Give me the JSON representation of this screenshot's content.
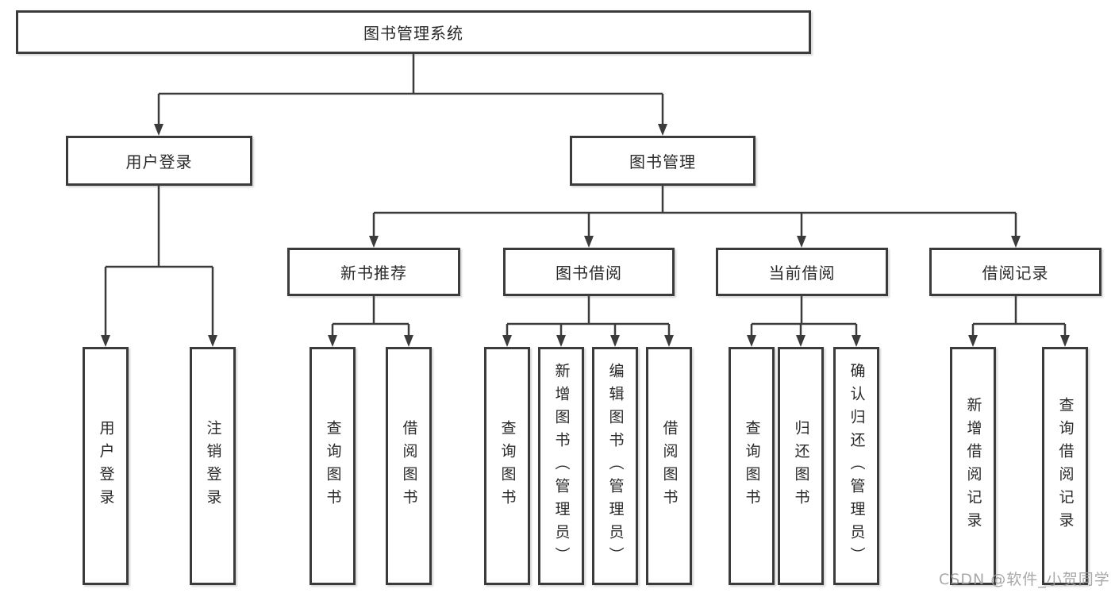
{
  "diagram": {
    "type": "hierarchy-tree",
    "orientation": "top-down",
    "colors": {
      "background": "#ffffff",
      "box_border": "#3b3b3b",
      "connector_line": "#3b3b3b",
      "text": "#2a2a2a",
      "watermark_text": "#9e9e9e"
    }
  },
  "tree": {
    "label": "图书管理系统",
    "children": [
      {
        "label": "用户登录",
        "children": [
          {
            "label": "用户登录"
          },
          {
            "label": "注销登录"
          }
        ]
      },
      {
        "label": "图书管理",
        "children": [
          {
            "label": "新书推荐",
            "children": [
              {
                "label": "查询图书"
              },
              {
                "label": "借阅图书"
              }
            ]
          },
          {
            "label": "图书借阅",
            "children": [
              {
                "label": "查询图书"
              },
              {
                "label": "新增图书（管理员）"
              },
              {
                "label": "编辑图书（管理员）"
              },
              {
                "label": "借阅图书"
              }
            ]
          },
          {
            "label": "当前借阅",
            "children": [
              {
                "label": "查询图书"
              },
              {
                "label": "归还图书"
              },
              {
                "label": "确认归还（管理员）"
              }
            ]
          },
          {
            "label": "借阅记录",
            "children": [
              {
                "label": "新增借阅记录"
              },
              {
                "label": "查询借阅记录"
              }
            ]
          }
        ]
      }
    ]
  },
  "watermark": {
    "text": "CSDN @软件_小贺同学"
  }
}
